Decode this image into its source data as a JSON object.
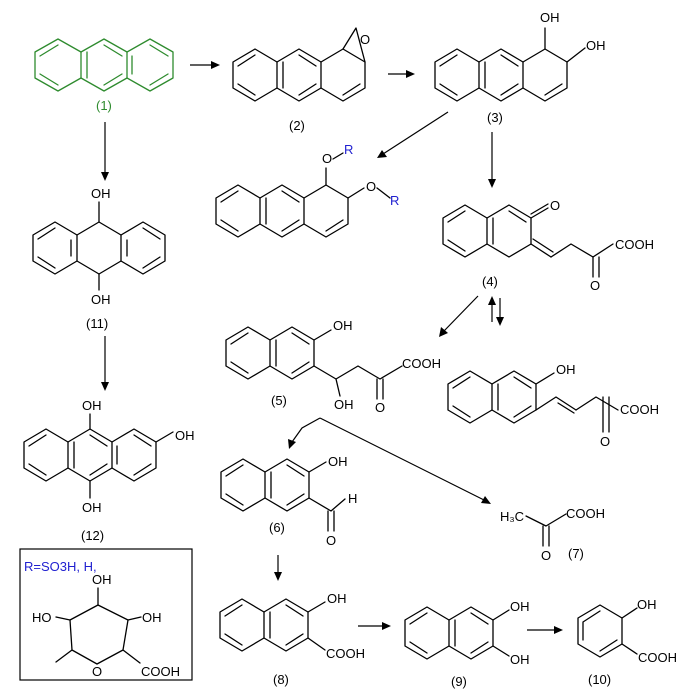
{
  "colors": {
    "bond": "#000000",
    "anthracene": "#2e8b2e",
    "substituent_r": "#1f1fd0",
    "text": "#000000"
  },
  "labels": {
    "c1": "(1)",
    "c2": "(2)",
    "c3": "(3)",
    "c4": "(4)",
    "c5": "(5)",
    "c6": "(6)",
    "c7": "(7)",
    "c8": "(8)",
    "c9": "(9)",
    "c10": "(10)",
    "c11": "(11)",
    "c12": "(12)"
  },
  "atoms": {
    "O": "O",
    "OH": "OH",
    "HO": "HO",
    "COOH": "COOH",
    "H": "H",
    "R": "R",
    "H3C": "H₃C"
  },
  "legend": {
    "text": "R=SO3H, H,"
  }
}
